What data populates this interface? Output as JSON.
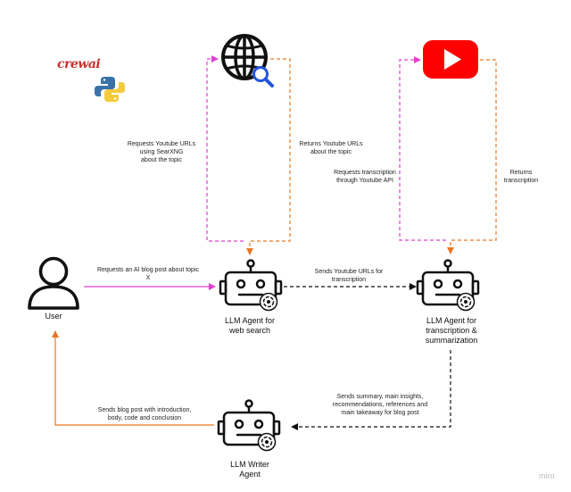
{
  "logos": {
    "crewai": "crewai",
    "miro": "miro"
  },
  "nodes": {
    "user": "User",
    "search_agent": [
      "LLM Agent for",
      "web search"
    ],
    "transcription_agent": [
      "LLM Agent for",
      "transcription &",
      "summarization"
    ],
    "writer_agent": [
      "LLM Writer",
      "Agent"
    ]
  },
  "edges": {
    "user_to_search": [
      "Requests an AI blog post about topic",
      "X"
    ],
    "search_to_web": [
      "Requests Youtube URLs",
      "using SearXNG",
      "about the topic"
    ],
    "web_to_search": [
      "Returns Youtube URLs",
      "about the topic"
    ],
    "search_to_transcription": [
      "Sends Youtube URLs for",
      "transcription"
    ],
    "transcription_to_youtube": [
      "Requests transcription",
      "through Youtube API"
    ],
    "youtube_to_transcription": [
      "Returns",
      "transcription"
    ],
    "transcription_to_writer": [
      "Sends summary, main insights,",
      "recommendations, references and",
      "main takeaway for blog post"
    ],
    "writer_to_user": [
      "Sends blog post with introduction,",
      "body, code and conclusion"
    ]
  },
  "colors": {
    "pink": "#e040d0",
    "orange": "#e87722",
    "black": "#111111",
    "youtube_red": "#ff0000",
    "magnifier_blue": "#2255dd"
  }
}
